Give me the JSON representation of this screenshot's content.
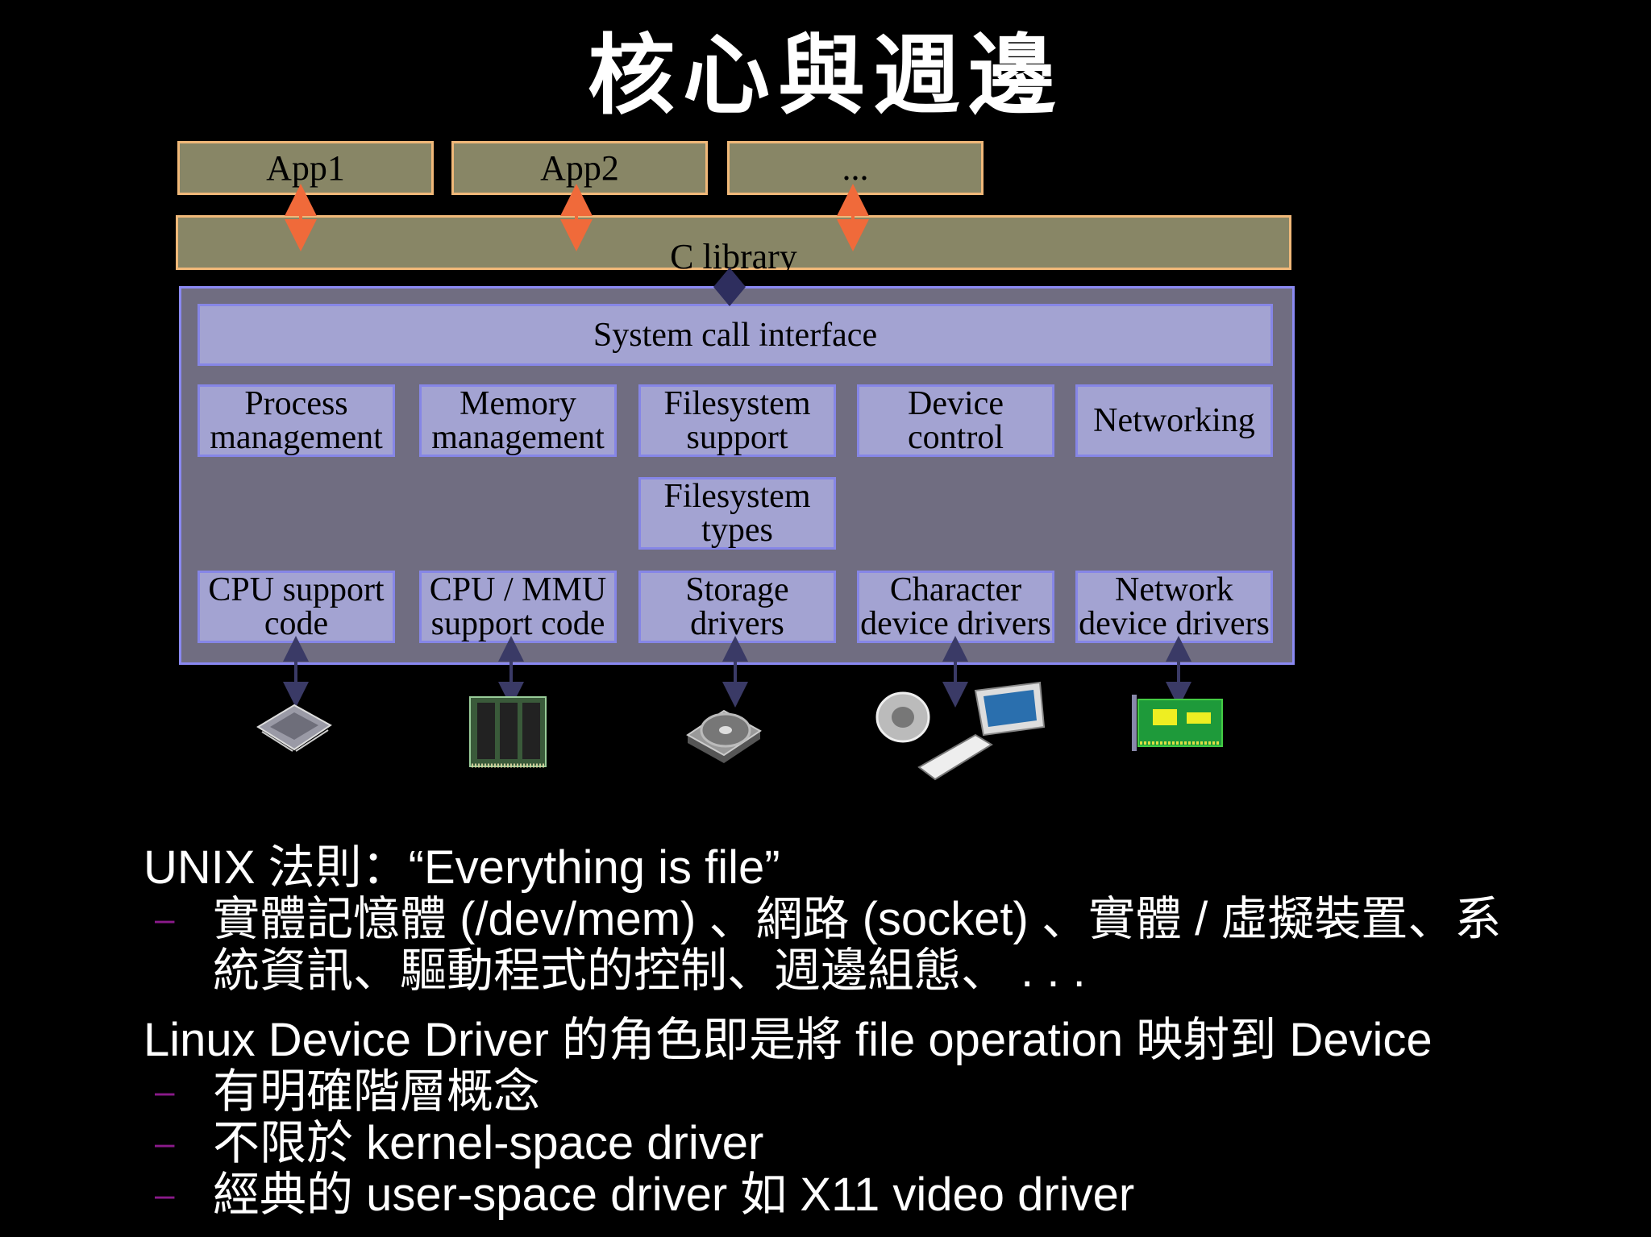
{
  "title": "核心與週邊",
  "apps": [
    "App1",
    "App2",
    "..."
  ],
  "c_library": "C library",
  "kernel": {
    "syscall": "System call interface",
    "subsystems": [
      {
        "line1": "Process",
        "line2": "management"
      },
      {
        "line1": "Memory",
        "line2": "management"
      },
      {
        "line1": "Filesystem",
        "line2": "support"
      },
      {
        "line1": "Device",
        "line2": "control"
      },
      {
        "line1": "Networking",
        "line2": ""
      }
    ],
    "fs_types": {
      "line1": "Filesystem",
      "line2": "types"
    },
    "drivers": [
      {
        "line1": "CPU support",
        "line2": "code"
      },
      {
        "line1": "CPU / MMU",
        "line2": "support code"
      },
      {
        "line1": "Storage",
        "line2": "drivers"
      },
      {
        "line1": "Character",
        "line2": "device drivers"
      },
      {
        "line1": "Network",
        "line2": "device drivers"
      }
    ]
  },
  "hardware_icons": [
    "cpu-chip-icon",
    "memory-module-icon",
    "hard-disk-icon",
    "speaker-monitor-keyboard-icon",
    "network-card-icon"
  ],
  "bullets": [
    {
      "text": "UNIX 法則：“Everything is file”",
      "subs": [
        "實體記憶體 (/dev/mem) 、網路 (socket) 、實體 / 虛擬裝置、系",
        "統資訊、驅動程式的控制、週邊組態、 . . ."
      ]
    },
    {
      "text": "Linux Device Driver 的角色即是將 file operation 映射到 Device",
      "subs": [
        "有明確階層概念",
        "不限於 kernel-space driver",
        "經典的 user-space driver 如 X11 video driver"
      ]
    }
  ],
  "dash_symbol": "–",
  "colors": {
    "app_fill": "#888666",
    "app_border": "#f0b879",
    "kernel_fill": "#706d81",
    "box_fill": "#a3a3d2",
    "box_border": "#8686e6",
    "arrow_orange": "#f06a3a",
    "arrow_navy": "#3a3a66"
  }
}
